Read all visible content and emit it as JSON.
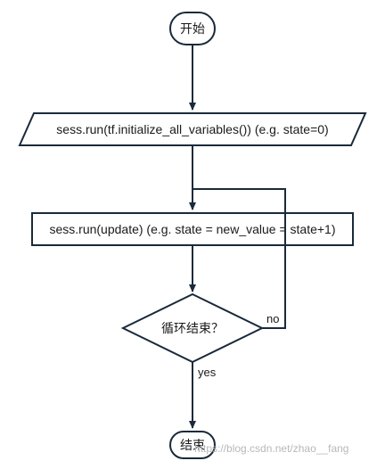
{
  "nodes": {
    "start": "开始",
    "init": "sess.run(tf.initialize_all_variables()) (e.g. state=0)",
    "update": "sess.run(update) (e.g. state = new_value = state+1)",
    "decision": "循环结束？",
    "end": "结束"
  },
  "edges": {
    "no_label": "no",
    "yes_label": "yes"
  },
  "watermark": "https://blog.csdn.net/zhao__fang",
  "colors": {
    "stroke": "#1a2a3a",
    "fill": "#ffffff",
    "text": "#1a1a1a",
    "watermark": "#b8b8b8"
  }
}
